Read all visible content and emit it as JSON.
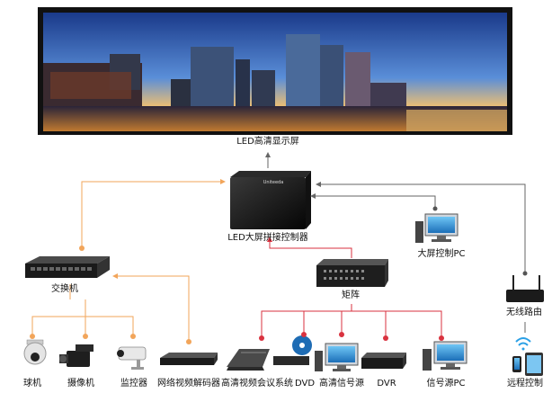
{
  "labels": {
    "led_screen": "LED高清显示屏",
    "controller": "LED大屏拼接控制器",
    "control_pc": "大屏控制PC",
    "switch": "交换机",
    "matrix": "矩阵",
    "router": "无线路由",
    "dome": "球机",
    "camcorder": "摄像机",
    "monitor_cam": "监控器",
    "decoder": "网络视频解码器",
    "conference": "高清视频会议系统",
    "dvd": "DVD",
    "hd_source": "高清信号源",
    "dvr": "DVR",
    "signal_pc": "信号源PC",
    "remote": "远程控制"
  },
  "brand": "Uniteeda",
  "colors": {
    "orange_line": "#f2a55a",
    "red_line": "#d9323f",
    "gray_line": "#666666"
  }
}
